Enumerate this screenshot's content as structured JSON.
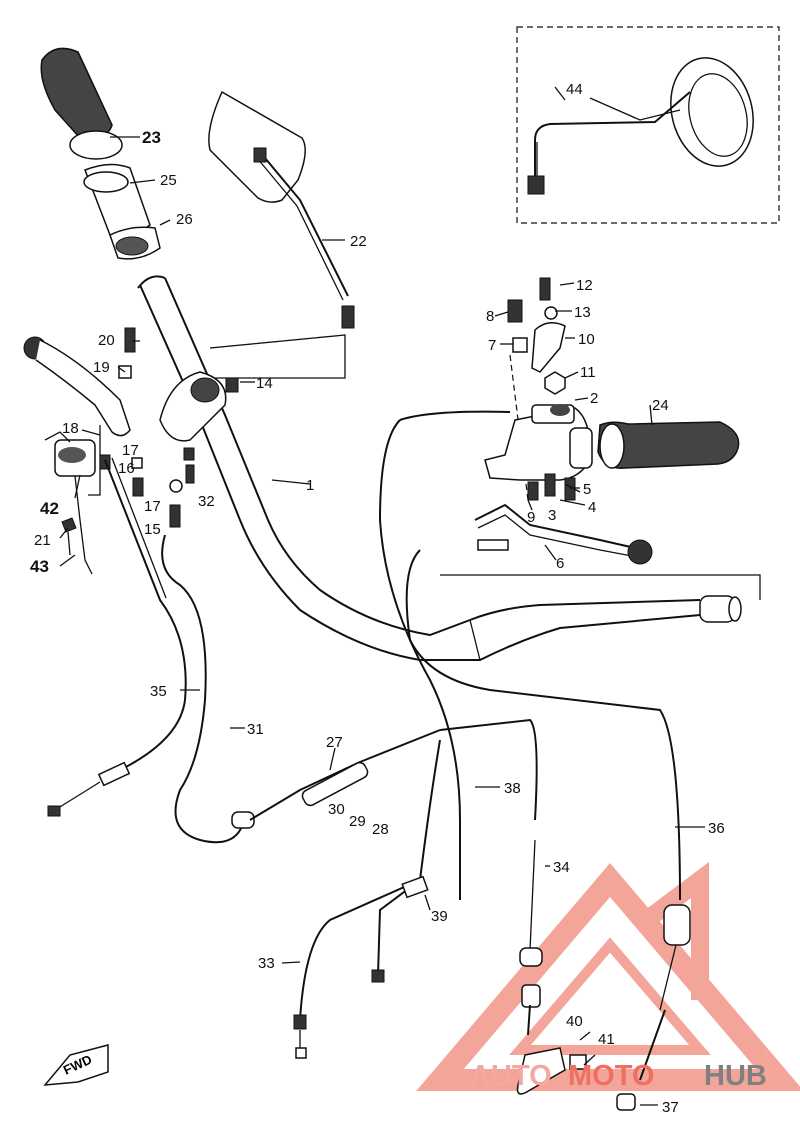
{
  "diagram": {
    "callouts": {
      "c1": "1",
      "c2": "2",
      "c3": "3",
      "c4": "4",
      "c5": "5",
      "c6": "6",
      "c7": "7",
      "c8": "8",
      "c9": "9",
      "c10": "10",
      "c11": "11",
      "c12": "12",
      "c13": "13",
      "c14": "14",
      "c15": "15",
      "c16": "16",
      "c17a": "17",
      "c17b": "17",
      "c18": "18",
      "c19": "19",
      "c20": "20",
      "c21": "21",
      "c22": "22",
      "c23": "23",
      "c24": "24",
      "c25": "25",
      "c26": "26",
      "c27": "27",
      "c28": "28",
      "c29": "29",
      "c30": "30",
      "c31": "31",
      "c32": "32",
      "c33": "33",
      "c34": "34",
      "c35": "35",
      "c36": "36",
      "c37": "37",
      "c38": "38",
      "c39": "39",
      "c40": "40",
      "c41": "41",
      "c42": "42",
      "c43": "43",
      "c44": "44"
    },
    "fwd_label": "FWD"
  },
  "watermark": {
    "part1": "AUTO",
    "part2": "MOTO",
    "part3": "HUB",
    "colors": {
      "auto": "#f4a8a0",
      "moto": "#ef7060",
      "hub": "#808080",
      "logo": "#f08878"
    }
  }
}
